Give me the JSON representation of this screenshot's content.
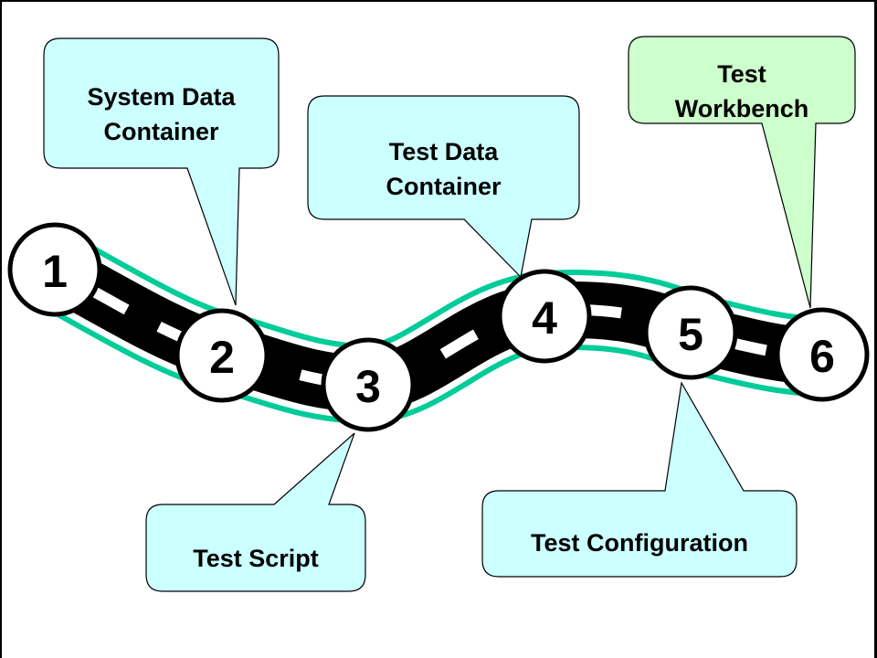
{
  "diagram": {
    "type": "roadmap",
    "colors": {
      "road": "#000000",
      "road_edge": "#00cc99",
      "lane_mark": "#ffffff",
      "callout_blue": "#ccffff",
      "callout_green": "#ccffcc",
      "milestone_fill": "#ffffff",
      "outline": "#000000"
    },
    "milestones": [
      {
        "number": "1"
      },
      {
        "number": "2"
      },
      {
        "number": "3"
      },
      {
        "number": "4"
      },
      {
        "number": "5"
      },
      {
        "number": "6"
      }
    ],
    "callouts": [
      {
        "lines": [
          "System Data",
          "Container"
        ],
        "points_to": "2",
        "color": "#ccffff"
      },
      {
        "lines": [
          "Test Script"
        ],
        "points_to": "3",
        "color": "#ccffff"
      },
      {
        "lines": [
          "Test Data",
          "Container"
        ],
        "points_to": "4",
        "color": "#ccffff"
      },
      {
        "lines": [
          "Test Configuration"
        ],
        "points_to": "5",
        "color": "#ccffff"
      },
      {
        "lines": [
          "Test",
          "Workbench"
        ],
        "points_to": "6",
        "color": "#ccffcc"
      }
    ]
  }
}
